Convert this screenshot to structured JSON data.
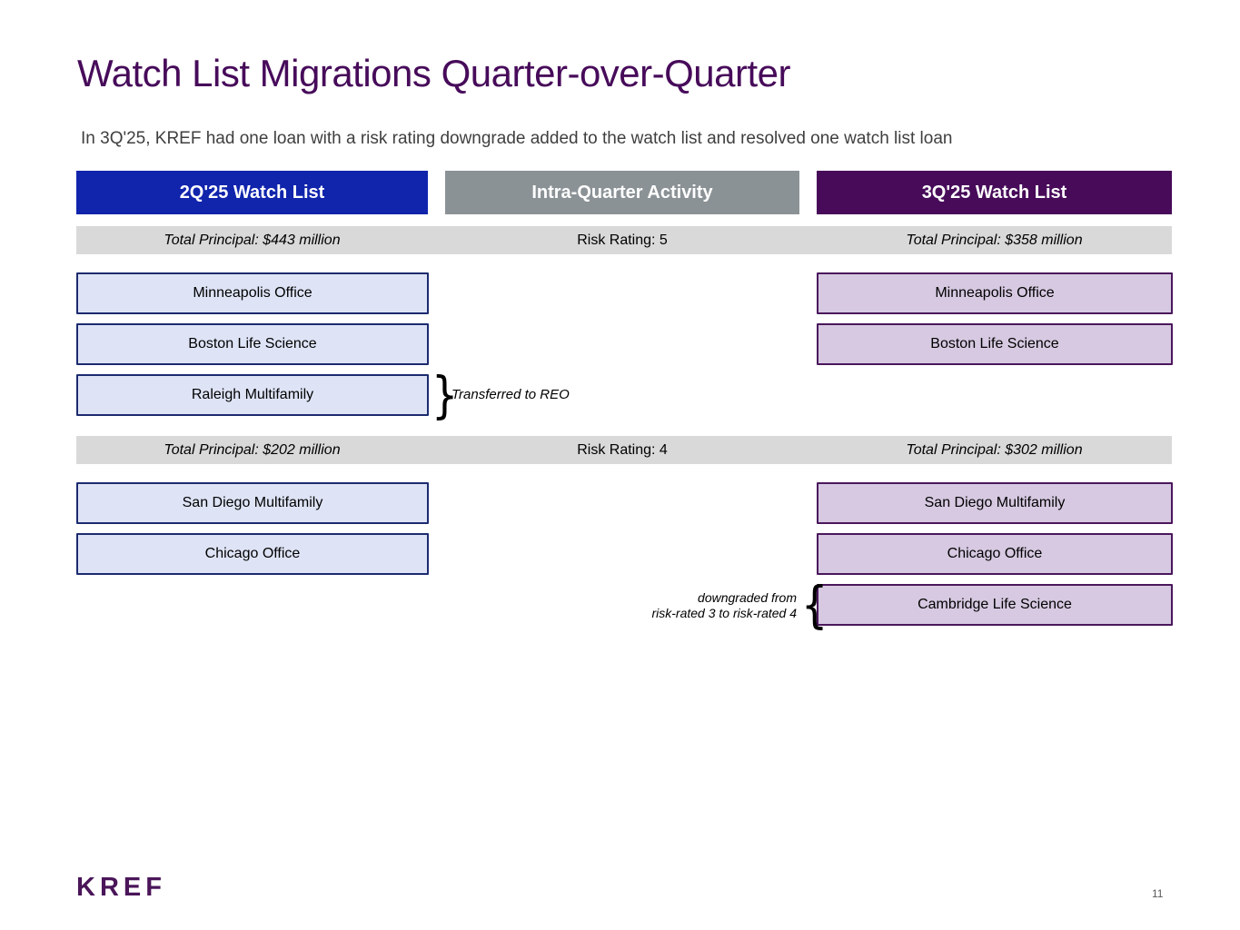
{
  "page": {
    "title": "Watch List Migrations Quarter-over-Quarter",
    "subtitle": "In 3Q'25, KREF had one loan with a risk rating downgrade added to the watch list and resolved one watch list loan",
    "logo": "KREF",
    "page_number": "11"
  },
  "colors": {
    "title_purple": "#470B5A",
    "header_blue": "#1024AC",
    "header_gray": "#8B9296",
    "header_purple": "#470B59",
    "strip_gray": "#D9D9D9",
    "box_blue_fill": "#DEE4F6",
    "box_blue_border": "#1C2B6F",
    "box_purple_fill": "#D6C9E1",
    "box_purple_border": "#4A175C"
  },
  "columns": [
    {
      "header": "2Q'25 Watch List"
    },
    {
      "header": "Intra-Quarter Activity"
    },
    {
      "header": "3Q'25 Watch List"
    }
  ],
  "sections": [
    {
      "left_label": "Total Principal: $443 million",
      "center_label": "Risk Rating: 5",
      "right_label": "Total Principal: $358 million",
      "left_boxes": [
        "Minneapolis Office",
        "Boston Life Science",
        "Raleigh Multifamily"
      ],
      "right_boxes": [
        "Minneapolis Office",
        "Boston Life Science"
      ],
      "annotation": {
        "brace": "}",
        "text": "Transferred to REO"
      }
    },
    {
      "left_label": "Total Principal: $202 million",
      "center_label": "Risk Rating: 4",
      "right_label": "Total Principal: $302 million",
      "left_boxes": [
        "San Diego Multifamily",
        "Chicago Office"
      ],
      "right_boxes": [
        "San Diego Multifamily",
        "Chicago Office",
        "Cambridge Life Science"
      ],
      "annotation": {
        "brace": "{",
        "line1": "downgraded from",
        "line2": "risk-rated 3 to risk-rated 4"
      }
    }
  ]
}
